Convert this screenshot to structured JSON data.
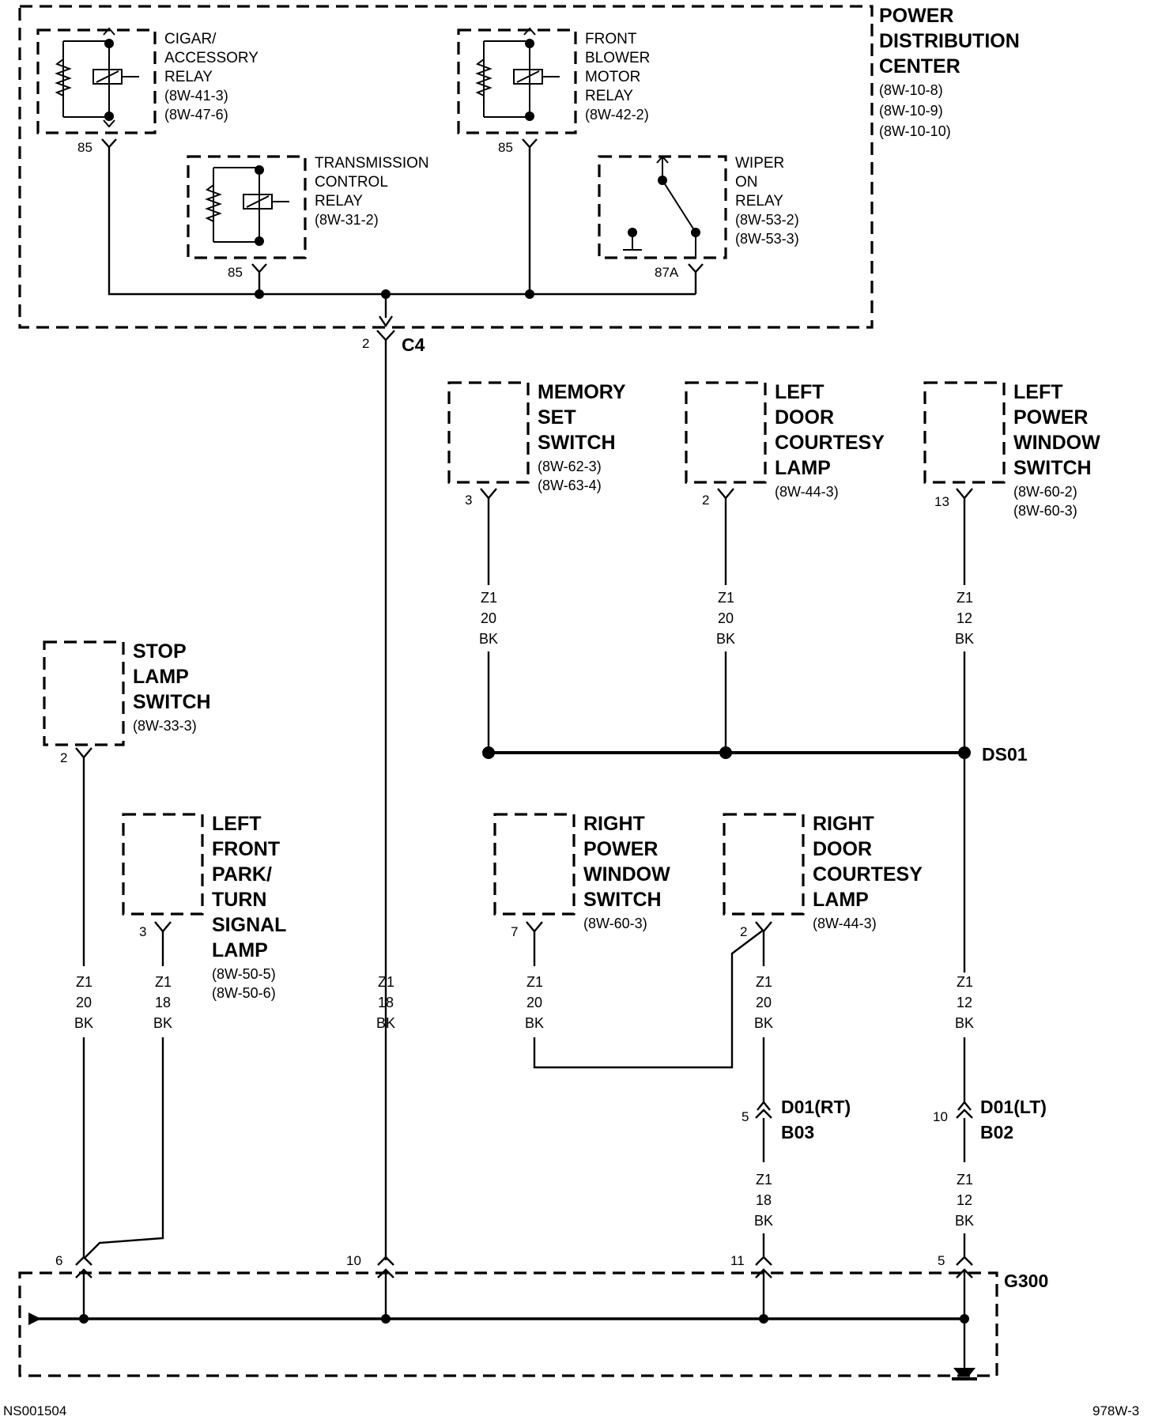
{
  "pdc": {
    "title_lines": [
      "POWER",
      "DISTRIBUTION",
      "CENTER"
    ],
    "refs": [
      "(8W-10-8)",
      "(8W-10-9)",
      "(8W-10-10)"
    ],
    "connector": "C4",
    "connector_pin": "2"
  },
  "relays": [
    {
      "lines": [
        "CIGAR/",
        "ACCESSORY",
        "RELAY"
      ],
      "refs": [
        "(8W-41-3)",
        "(8W-47-6)"
      ],
      "pin": "85"
    },
    {
      "lines": [
        "TRANSMISSION",
        "CONTROL",
        "RELAY"
      ],
      "refs": [
        "(8W-31-2)"
      ],
      "pin": "85"
    },
    {
      "lines": [
        "FRONT",
        "BLOWER",
        "MOTOR",
        "RELAY"
      ],
      "refs": [
        "(8W-42-2)"
      ],
      "pin": "85"
    },
    {
      "lines": [
        "WIPER",
        "ON",
        "RELAY"
      ],
      "refs": [
        "(8W-53-2)",
        "(8W-53-3)"
      ],
      "pin": "87A"
    }
  ],
  "components": [
    {
      "lines": [
        "MEMORY",
        "SET",
        "SWITCH"
      ],
      "refs": [
        "(8W-62-3)",
        "(8W-63-4)"
      ],
      "pin": "3"
    },
    {
      "lines": [
        "LEFT",
        "DOOR",
        "COURTESY",
        "LAMP"
      ],
      "refs": [
        "(8W-44-3)"
      ],
      "pin": "2"
    },
    {
      "lines": [
        "LEFT",
        "POWER",
        "WINDOW",
        "SWITCH"
      ],
      "refs": [
        "(8W-60-2)",
        "(8W-60-3)"
      ],
      "pin": "13"
    },
    {
      "lines": [
        "STOP",
        "LAMP",
        "SWITCH"
      ],
      "refs": [
        "(8W-33-3)"
      ],
      "pin": "2"
    },
    {
      "lines": [
        "LEFT",
        "FRONT",
        "PARK/",
        "TURN",
        "SIGNAL",
        "LAMP"
      ],
      "refs": [
        "(8W-50-5)",
        "(8W-50-6)"
      ],
      "pin": "3"
    },
    {
      "lines": [
        "RIGHT",
        "POWER",
        "WINDOW",
        "SWITCH"
      ],
      "refs": [
        "(8W-60-3)"
      ],
      "pin": "7"
    },
    {
      "lines": [
        "RIGHT",
        "DOOR",
        "COURTESY",
        "LAMP"
      ],
      "refs": [
        "(8W-44-3)"
      ],
      "pin": "2"
    }
  ],
  "wires": [
    {
      "lines": [
        "Z1",
        "20",
        "BK"
      ]
    },
    {
      "lines": [
        "Z1",
        "20",
        "BK"
      ]
    },
    {
      "lines": [
        "Z1",
        "12",
        "BK"
      ]
    },
    {
      "lines": [
        "Z1",
        "20",
        "BK"
      ]
    },
    {
      "lines": [
        "Z1",
        "18",
        "BK"
      ]
    },
    {
      "lines": [
        "Z1",
        "18",
        "BK"
      ]
    },
    {
      "lines": [
        "Z1",
        "20",
        "BK"
      ]
    },
    {
      "lines": [
        "Z1",
        "20",
        "BK"
      ]
    },
    {
      "lines": [
        "Z1",
        "12",
        "BK"
      ]
    },
    {
      "lines": [
        "Z1",
        "18",
        "BK"
      ]
    },
    {
      "lines": [
        "Z1",
        "12",
        "BK"
      ]
    }
  ],
  "splice": "DS01",
  "inline_connectors": [
    {
      "lines": [
        "D01(RT)",
        "B03"
      ],
      "pin": "5"
    },
    {
      "lines": [
        "D01(LT)",
        "B02"
      ],
      "pin": "10"
    }
  ],
  "ground": {
    "name": "G300",
    "pins": [
      "6",
      "10",
      "11",
      "5"
    ]
  },
  "footer": {
    "left": "NS001504",
    "right": "978W-3"
  }
}
